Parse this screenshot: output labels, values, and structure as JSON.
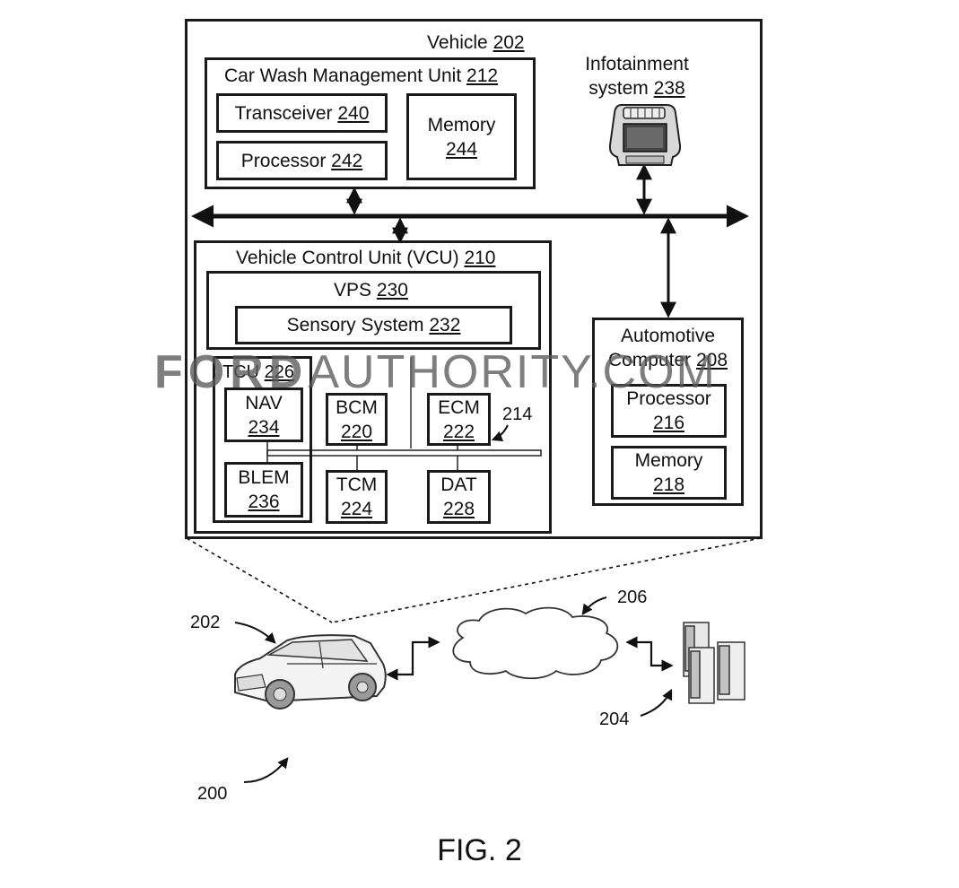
{
  "figure": {
    "caption": "FIG. 2"
  },
  "vehicle": {
    "label": "Vehicle",
    "ref": "202",
    "car_wash_unit": {
      "label": "Car Wash Management Unit",
      "ref": "212",
      "transceiver": {
        "label": "Transceiver",
        "ref": "240"
      },
      "processor": {
        "label": "Processor",
        "ref": "242"
      },
      "memory": {
        "label": "Memory",
        "ref": "244"
      }
    },
    "infotainment": {
      "line1": "Infotainment",
      "line2": "system",
      "ref": "238"
    },
    "vcu": {
      "label": "Vehicle Control Unit (VCU)",
      "ref": "210",
      "vps": {
        "label": "VPS",
        "ref": "230"
      },
      "sensory": {
        "label": "Sensory System",
        "ref": "232"
      },
      "tcu": {
        "label": "TCU",
        "ref": "226"
      },
      "nav": {
        "label": "NAV",
        "ref": "234"
      },
      "bcm": {
        "label": "BCM",
        "ref": "220"
      },
      "ecm": {
        "label": "ECM",
        "ref": "222"
      },
      "blem": {
        "label": "BLEM",
        "ref": "236"
      },
      "tcm": {
        "label": "TCM",
        "ref": "224"
      },
      "dat": {
        "label": "DAT",
        "ref": "228"
      },
      "bus_ref": "214"
    },
    "automotive_computer": {
      "line1": "Automotive",
      "line2": "Computer",
      "ref": "208",
      "processor": {
        "label": "Processor",
        "ref": "216"
      },
      "memory": {
        "label": "Memory",
        "ref": "218"
      }
    }
  },
  "scene": {
    "vehicle_ref": "202",
    "network_ref": "206",
    "server_ref": "204",
    "system_ref": "200"
  },
  "watermark": {
    "brand": "FORD",
    "rest": "AUTHORITY.COM"
  }
}
